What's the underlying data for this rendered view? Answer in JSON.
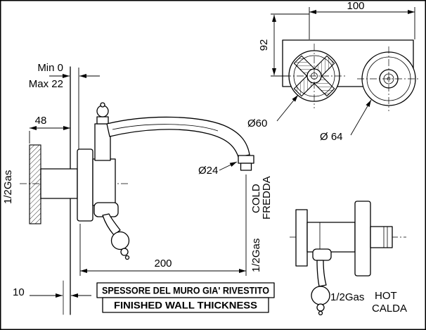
{
  "side_view": {
    "wall_min": "Min 0",
    "wall_max": "Max 22",
    "projection_dim": "48",
    "inlet_thread": "1/2Gas",
    "spout_outlet_diameter": "Ø24",
    "spout_reach_dim": "200",
    "finished_wall_dim": "10"
  },
  "front_view": {
    "center_distance_dim": "100",
    "height_dim": "92",
    "handle_rosette_diameter": "Ø60",
    "spout_rosette_diameter": "Ø 64"
  },
  "cold_side": {
    "thread": "1/2Gas",
    "label_en": "COLD",
    "label_it": "FREDDA"
  },
  "hot_side": {
    "thread": "1/2Gas",
    "label_en": "HOT",
    "label_it": "CALDA"
  },
  "note_box": {
    "line1": "SPESSORE DEL MURO GIA' RIVESTITO",
    "line2": "FINISHED WALL THICKNESS"
  },
  "colors": {
    "line": "#000000",
    "background": "#ffffff"
  }
}
